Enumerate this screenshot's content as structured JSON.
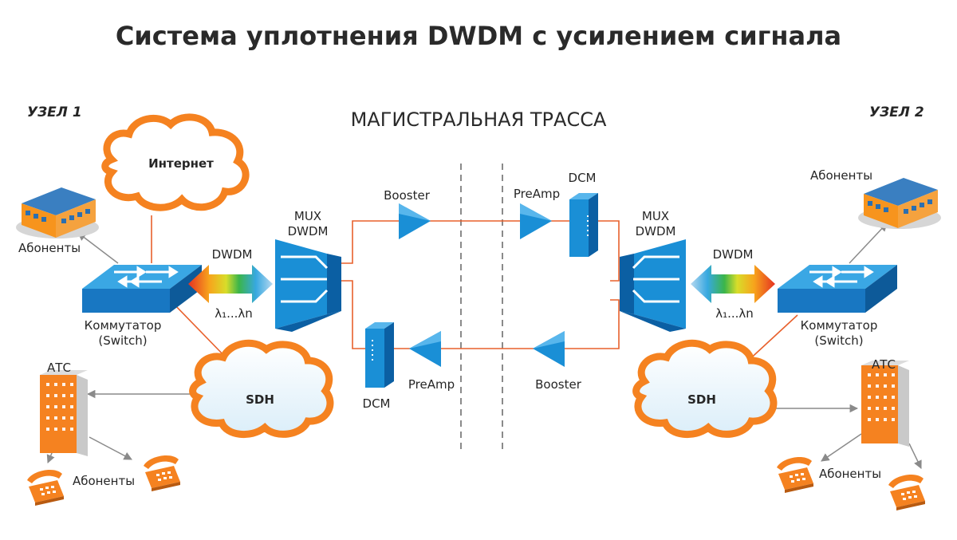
{
  "title": "Система уплотнения DWDM с усилением сигнала",
  "trunk_label": "МАГИСТРАЛЬНАЯ ТРАССА",
  "node1": "УЗЕЛ 1",
  "node2": "УЗЕЛ 2",
  "left": {
    "internet": "Интернет",
    "subscribers_top": "Абоненты",
    "switch_line1": "Коммутатор",
    "switch_line2": "(Switch)",
    "dwdm": "DWDM",
    "lambda": "λ₁...λn",
    "mux_line1": "MUX",
    "mux_line2": "DWDM",
    "sdh": "SDH",
    "ats": "АТС",
    "subscribers_bottom": "Абоненты",
    "booster": "Booster",
    "preamp": "PreAmp",
    "dcm": "DCM"
  },
  "right": {
    "subscribers_top": "Абоненты",
    "switch_line1": "Коммутатор",
    "switch_line2": "(Switch)",
    "dwdm": "DWDM",
    "lambda": "λ₁...λn",
    "mux_line1": "MUX",
    "mux_line2": "DWDM",
    "sdh": "SDH",
    "ats": "АТС",
    "subscribers_bottom": "Абоненты",
    "booster": "Booster",
    "preamp": "PreAmp",
    "dcm": "DCM"
  },
  "colors": {
    "device_blue": "#1a8fd6",
    "device_dark": "#0b5fa3",
    "link_orange": "#e8602c",
    "cloud_orange": "#f58220",
    "building_orange": "#f39233"
  }
}
